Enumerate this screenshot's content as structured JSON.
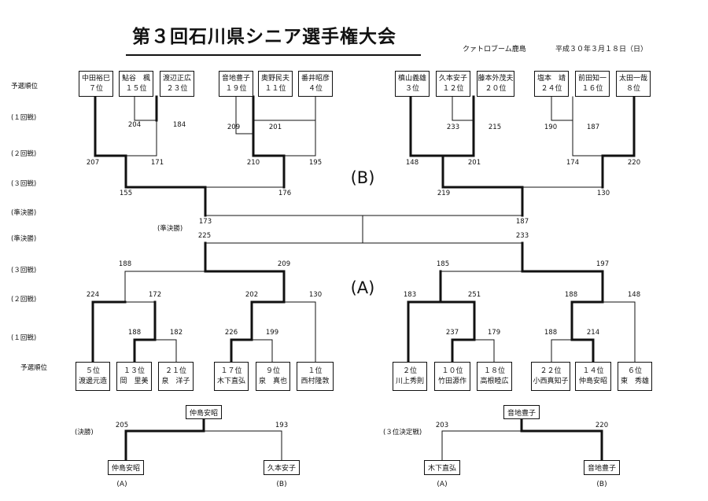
{
  "header": {
    "title": "第３回石川県シニア選手権大会",
    "venue": "クァトロブーム鹿島",
    "date": "平成３０年３月１８日（日）"
  },
  "round_labels": {
    "top": [
      "予選順位",
      "(１回戦)",
      "(２回戦)",
      "(３回戦)",
      "(準決勝)"
    ],
    "bottom": [
      "(準決勝)",
      "(３回戦)",
      "(２回戦)",
      "(１回戦)",
      "予選順位"
    ]
  },
  "group_b": {
    "label": "(B)",
    "semifinal_tag": "(準決勝)",
    "players": [
      {
        "name": "中田裕巳",
        "rank": "７位"
      },
      {
        "name": "鮎谷　楓",
        "rank": "１５位"
      },
      {
        "name": "渡辺正広",
        "rank": "２３位"
      },
      {
        "name": "音地豊子",
        "rank": "１９位"
      },
      {
        "name": "奥野民夫",
        "rank": "１１位"
      },
      {
        "name": "番井昭彦",
        "rank": "４位"
      },
      {
        "name": "槙山義雄",
        "rank": "３位"
      },
      {
        "name": "久本安子",
        "rank": "１２位"
      },
      {
        "name": "藤本外茂夫",
        "rank": "２０位"
      },
      {
        "name": "塩本　靖",
        "rank": "２４位"
      },
      {
        "name": "前田知一",
        "rank": "１６位"
      },
      {
        "name": "太田一哉",
        "rank": "８位"
      }
    ],
    "scores": [
      "204",
      "184",
      "209",
      "201",
      "233",
      "215",
      "190",
      "187",
      "207",
      "171",
      "210",
      "195",
      "148",
      "201",
      "174",
      "220",
      "155",
      "176",
      "219",
      "130",
      "173",
      "187"
    ]
  },
  "group_a": {
    "label": "(A)",
    "players": [
      {
        "name": "渡邊元造",
        "rank": "５位"
      },
      {
        "name": "岡　里美",
        "rank": "１３位"
      },
      {
        "name": "泉　洋子",
        "rank": "２１位"
      },
      {
        "name": "木下直弘",
        "rank": "１７位"
      },
      {
        "name": "泉　真也",
        "rank": "９位"
      },
      {
        "name": "西村隆敦",
        "rank": "１位"
      },
      {
        "name": "川上秀則",
        "rank": "２位"
      },
      {
        "name": "竹田源作",
        "rank": "１０位"
      },
      {
        "name": "高根睦広",
        "rank": "１８位"
      },
      {
        "name": "小西真知子",
        "rank": "２２位"
      },
      {
        "name": "仲島安昭",
        "rank": "１４位"
      },
      {
        "name": "東　秀雄",
        "rank": "６位"
      }
    ],
    "scores": [
      "188",
      "182",
      "226",
      "199",
      "237",
      "179",
      "188",
      "214",
      "224",
      "172",
      "202",
      "130",
      "183",
      "251",
      "188",
      "148",
      "188",
      "209",
      "185",
      "197",
      "225",
      "233"
    ]
  },
  "final": {
    "label": "(決勝)",
    "winner": "仲島安昭",
    "left": {
      "name": "仲島安昭",
      "group": "(A)",
      "score": "205"
    },
    "right": {
      "name": "久本安子",
      "group": "(B)",
      "score": "193"
    }
  },
  "third_place": {
    "label": "(３位決定戦)",
    "winner": "音地豊子",
    "left": {
      "name": "木下直弘",
      "group": "(A)",
      "score": "203"
    },
    "right": {
      "name": "音地豊子",
      "group": "(B)",
      "score": "220"
    }
  }
}
